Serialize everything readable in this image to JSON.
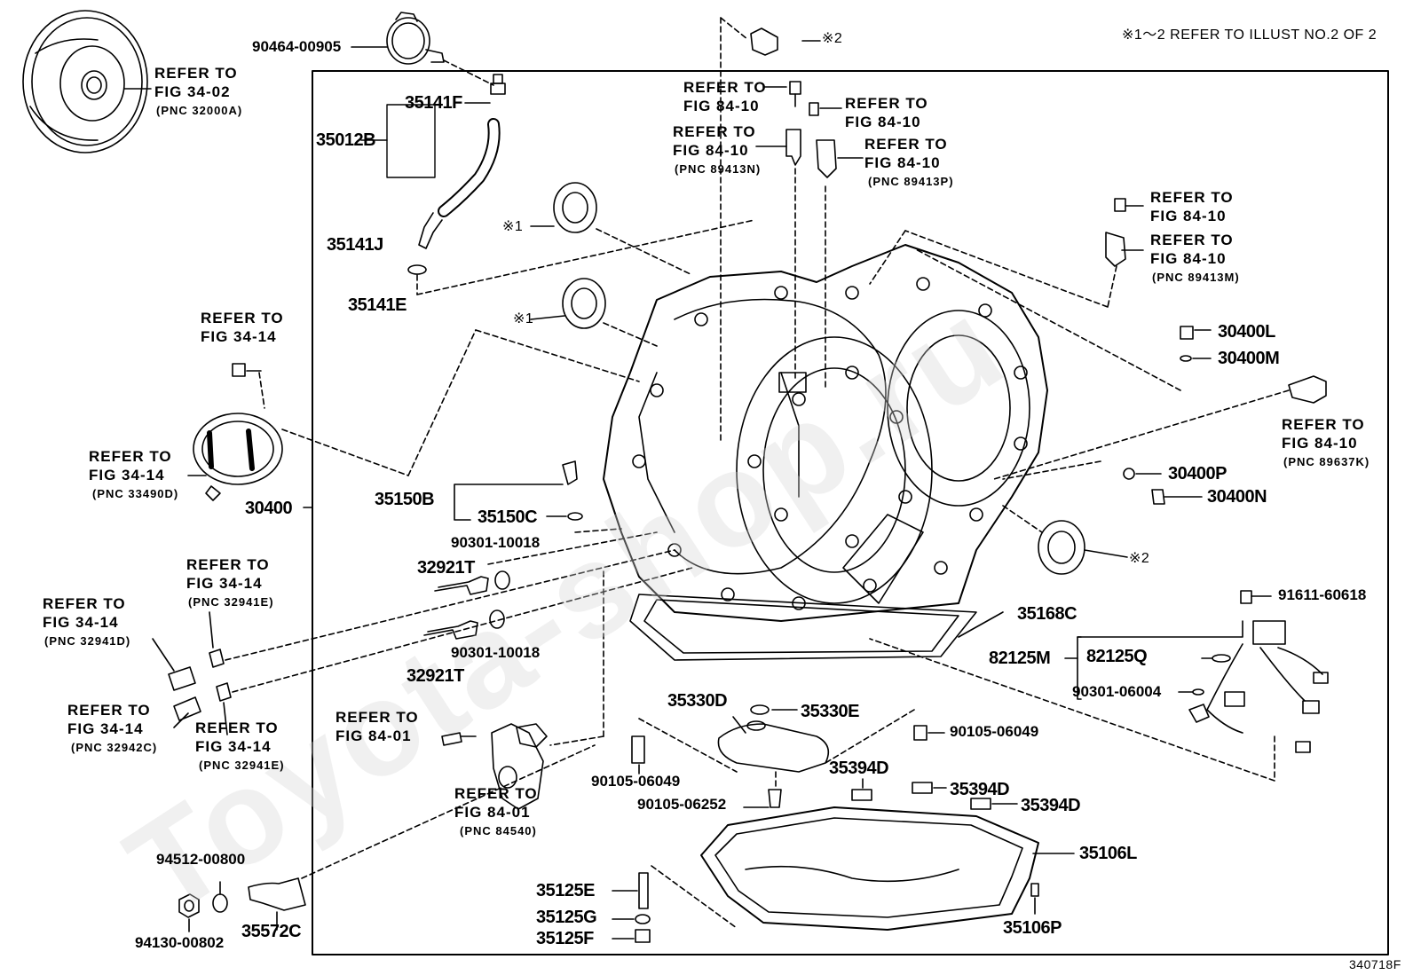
{
  "header_note": "※1～2 REFER TO ILLUST NO.2 OF 2",
  "illustration_id": "340718F",
  "watermark": "Toyota-shop.ru",
  "frame_marks": [
    "※1",
    "※1",
    "※2",
    "※2"
  ],
  "parts": [
    {
      "id": "p90464",
      "number": "90464-00905"
    },
    {
      "id": "p35141F",
      "number": "35141F"
    },
    {
      "id": "p35012B",
      "number": "35012B"
    },
    {
      "id": "p35141J",
      "number": "35141J"
    },
    {
      "id": "p35141E",
      "number": "35141E"
    },
    {
      "id": "p30400",
      "number": "30400"
    },
    {
      "id": "p35150B",
      "number": "35150B"
    },
    {
      "id": "p35150C",
      "number": "35150C"
    },
    {
      "id": "p90301a",
      "number": "90301-10018"
    },
    {
      "id": "p32921Ta",
      "number": "32921T"
    },
    {
      "id": "p32921Tb",
      "number": "32921T"
    },
    {
      "id": "p90301b",
      "number": "90301-10018"
    },
    {
      "id": "p30400L",
      "number": "30400L"
    },
    {
      "id": "p30400M",
      "number": "30400M"
    },
    {
      "id": "p30400P",
      "number": "30400P"
    },
    {
      "id": "p30400N",
      "number": "30400N"
    },
    {
      "id": "p91611",
      "number": "91611-60618"
    },
    {
      "id": "p35168C",
      "number": "35168C"
    },
    {
      "id": "p82125M",
      "number": "82125M"
    },
    {
      "id": "p82125Q",
      "number": "82125Q"
    },
    {
      "id": "p90301c",
      "number": "90301-06004"
    },
    {
      "id": "p35330D",
      "number": "35330D"
    },
    {
      "id": "p35330E",
      "number": "35330E"
    },
    {
      "id": "p90105a",
      "number": "90105-06049"
    },
    {
      "id": "p90105b",
      "number": "90105-06049"
    },
    {
      "id": "p90105c",
      "number": "90105-06252"
    },
    {
      "id": "p35394Da",
      "number": "35394D"
    },
    {
      "id": "p35394Db",
      "number": "35394D"
    },
    {
      "id": "p35394Dc",
      "number": "35394D"
    },
    {
      "id": "p35106L",
      "number": "35106L"
    },
    {
      "id": "p35106P",
      "number": "35106P"
    },
    {
      "id": "p35125E",
      "number": "35125E"
    },
    {
      "id": "p35125G",
      "number": "35125G"
    },
    {
      "id": "p35125F",
      "number": "35125F"
    },
    {
      "id": "p94512",
      "number": "94512-00800"
    },
    {
      "id": "p94130",
      "number": "94130-00802"
    },
    {
      "id": "p35572C",
      "number": "35572C"
    }
  ],
  "references": [
    {
      "id": "r1",
      "text": "REFER TO\nFIG 34-02",
      "pnc": "(PNC 32000A)"
    },
    {
      "id": "r2",
      "text": "REFER TO\nFIG 84-10",
      "pnc": ""
    },
    {
      "id": "r3",
      "text": "REFER TO\nFIG 84-10",
      "pnc": "(PNC 89413N)"
    },
    {
      "id": "r4",
      "text": "REFER TO\nFIG 84-10",
      "pnc": ""
    },
    {
      "id": "r5",
      "text": "REFER TO\nFIG 84-10",
      "pnc": "(PNC 89413P)"
    },
    {
      "id": "r6",
      "text": "REFER TO\nFIG 84-10",
      "pnc": ""
    },
    {
      "id": "r7",
      "text": "REFER TO\nFIG 84-10",
      "pnc": "(PNC 89413M)"
    },
    {
      "id": "r8",
      "text": "REFER TO\nFIG 34-14",
      "pnc": ""
    },
    {
      "id": "r9",
      "text": "REFER TO\nFIG 34-14",
      "pnc": "(PNC 33490D)"
    },
    {
      "id": "r10",
      "text": "REFER TO\nFIG 84-10",
      "pnc": "(PNC 89637K)"
    },
    {
      "id": "r11",
      "text": "REFER TO\nFIG 34-14",
      "pnc": "(PNC 32941E)"
    },
    {
      "id": "r12",
      "text": "REFER TO\nFIG 34-14",
      "pnc": "(PNC 32941D)"
    },
    {
      "id": "r13",
      "text": "REFER TO\nFIG 34-14",
      "pnc": "(PNC 32942C)"
    },
    {
      "id": "r14",
      "text": "REFER TO\nFIG 34-14",
      "pnc": "(PNC 32941E)"
    },
    {
      "id": "r15",
      "text": "REFER TO\nFIG 84-01",
      "pnc": ""
    },
    {
      "id": "r16",
      "text": "REFER TO\nFIG 84-01",
      "pnc": "(PNC 84540)"
    }
  ]
}
